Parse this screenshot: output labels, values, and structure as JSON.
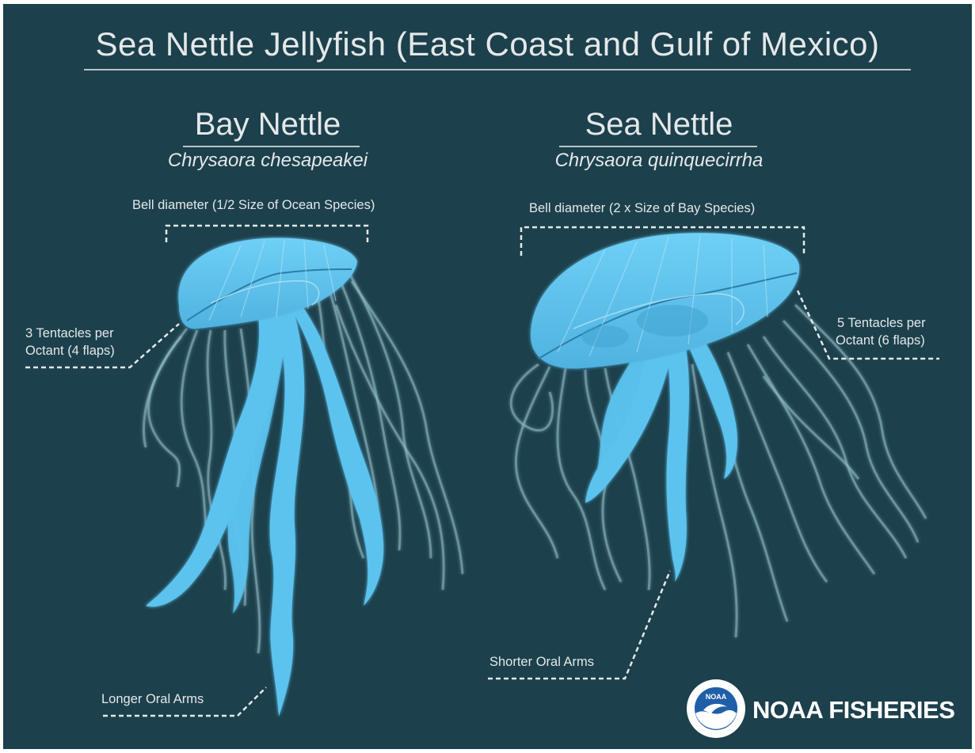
{
  "title": "Sea Nettle Jellyfish (East Coast and Gulf of Mexico)",
  "left_species": {
    "common_name": "Bay Nettle",
    "scientific_name": "Chrysaora chesapeakei",
    "bell_label": "Bell diameter (1/2 Size of Ocean Species)",
    "tentacle_label_line1": "3 Tentacles per",
    "tentacle_label_line2": "Octant (4 flaps)",
    "arms_label": "Longer Oral Arms"
  },
  "right_species": {
    "common_name": "Sea Nettle",
    "scientific_name": "Chrysaora quinquecirrha",
    "bell_label": "Bell diameter (2 x Size of Bay Species)",
    "tentacle_label_line1": "5 Tentacles per",
    "tentacle_label_line2": "Octant (6 flaps)",
    "arms_label": "Shorter Oral Arms"
  },
  "logo": {
    "emblem_text": "NOAA",
    "wordmark": "NOAA FISHERIES"
  },
  "colors": {
    "background": "#1c404c",
    "jelly_body": "#5cc3ef",
    "tentacle": "#8fb9c6",
    "text": "#e4e8e9"
  }
}
